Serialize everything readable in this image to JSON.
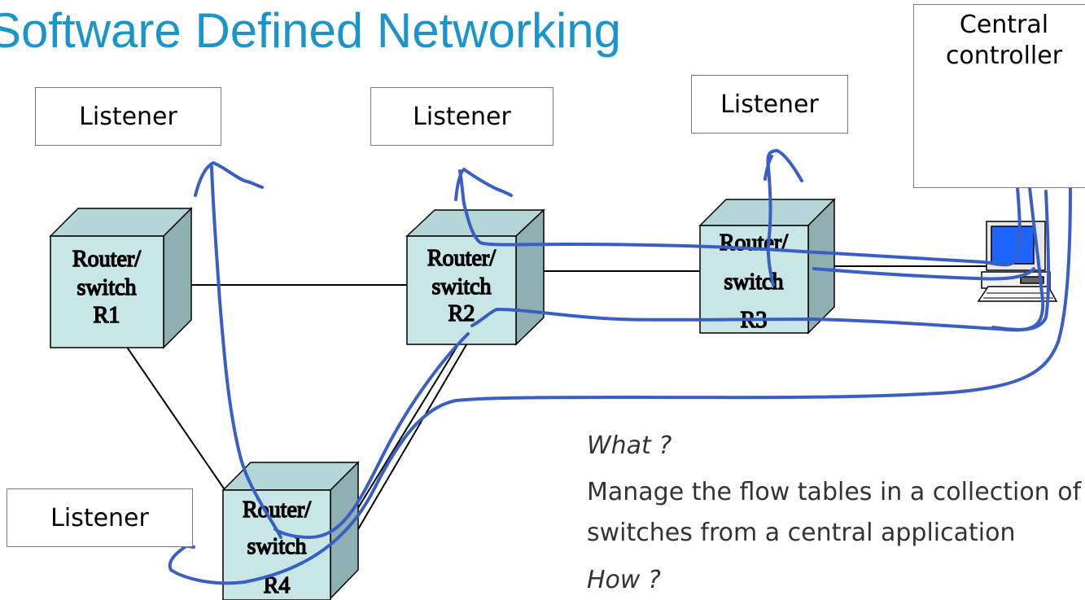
{
  "title": "Software Defined Networking",
  "listeners": {
    "l1": "Listener",
    "l2": "Listener",
    "l3": "Listener",
    "l4": "Listener"
  },
  "controller": {
    "line1": "Central",
    "line2": "controller"
  },
  "routers": [
    {
      "line1": "Router/",
      "line2": "switch",
      "line3": "R1"
    },
    {
      "line1": "Router/",
      "line2": "switch",
      "line3": "R2"
    },
    {
      "line1": "Router/",
      "line2": "switch",
      "line3": "R3"
    },
    {
      "line1": "Router/",
      "line2": "switch",
      "line3": "R4"
    }
  ],
  "text": {
    "what": "What ?",
    "desc_line1": "Manage the flow tables in a collection of",
    "desc_line2": "switches from a central application",
    "how": "How ?"
  },
  "colors": {
    "title": "#1a95c9",
    "router_face": "#c8e6e6",
    "router_side": "#8fb0b0",
    "router_top": "#b5d6d6",
    "annotation": "#3a5fc4",
    "monitor_screen": "#1e64ff"
  }
}
